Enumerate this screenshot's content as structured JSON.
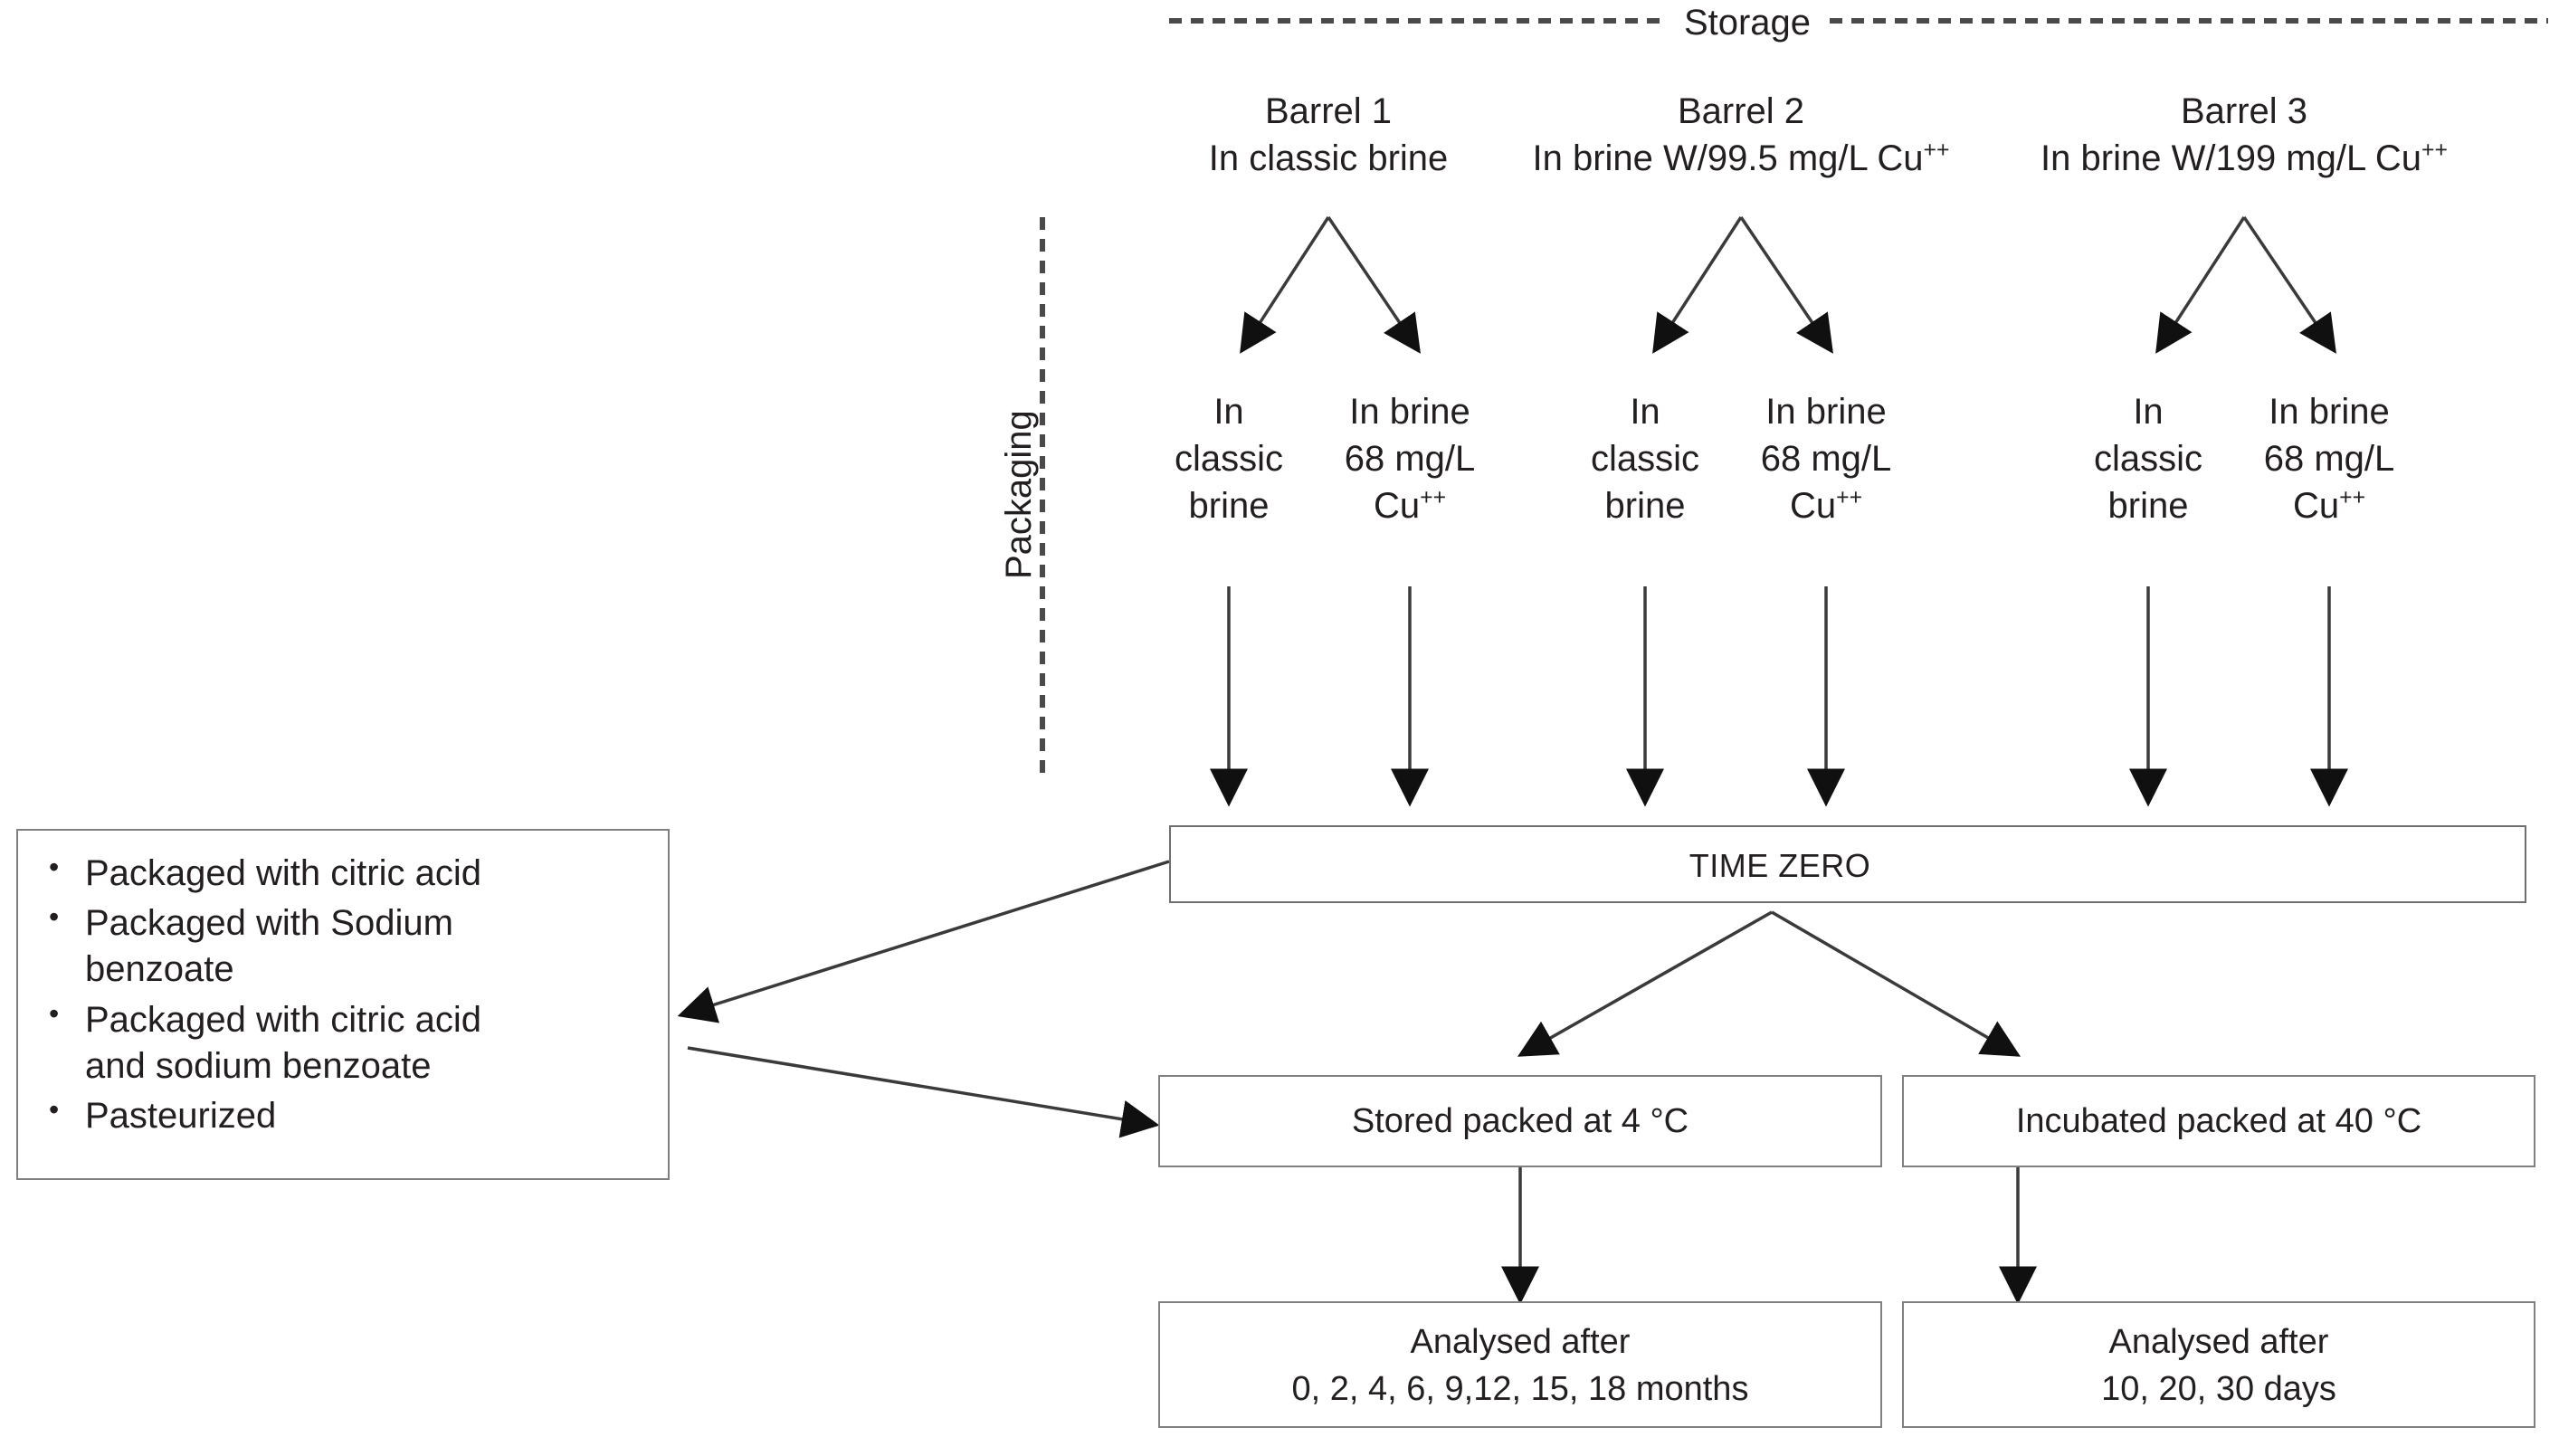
{
  "diagram": {
    "title_top": "Storage",
    "side_label": "Packaging",
    "barrels": [
      {
        "name": "Barrel 1",
        "desc": "In classic brine",
        "desc_sup": ""
      },
      {
        "name": "Barrel 2",
        "desc": "In brine W/99.5 mg/L Cu",
        "desc_sup": "++"
      },
      {
        "name": "Barrel 3",
        "desc": "In brine W/199 mg/L Cu",
        "desc_sup": "++"
      }
    ],
    "packaging_columns": [
      {
        "line1": "In",
        "line2": "classic",
        "line3": "brine",
        "sup": ""
      },
      {
        "line1": "In brine",
        "line2": "68 mg/L",
        "line3": "Cu",
        "sup": "++"
      },
      {
        "line1": "In",
        "line2": "classic",
        "line3": "brine",
        "sup": ""
      },
      {
        "line1": "In brine",
        "line2": "68 mg/L",
        "line3": "Cu",
        "sup": "++"
      },
      {
        "line1": "In",
        "line2": "classic",
        "line3": "brine",
        "sup": ""
      },
      {
        "line1": "In brine",
        "line2": "68 mg/L",
        "line3": "Cu",
        "sup": "++"
      }
    ],
    "treatments": [
      "Packaged with citric acid",
      "Packaged with Sodium\nbenzoate",
      "Packaged  with citric acid\nand sodium benzoate",
      "Pasteurized"
    ],
    "time_zero": "TIME ZERO",
    "branches": [
      {
        "label": "Stored packed at 4 °C"
      },
      {
        "label": "Incubated packed at 40 °C"
      }
    ],
    "analyses": [
      {
        "line1": "Analysed after",
        "line2": "0, 2, 4, 6, 9,12, 15, 18 months"
      },
      {
        "line1": "Analysed after",
        "line2": "10, 20, 30 days"
      }
    ],
    "colors": {
      "text": "#231f20",
      "box_border": "#6f6f6f",
      "connector": "#3a3a3a",
      "dashed_rule": "#4a4a4a",
      "background": "#ffffff"
    }
  }
}
